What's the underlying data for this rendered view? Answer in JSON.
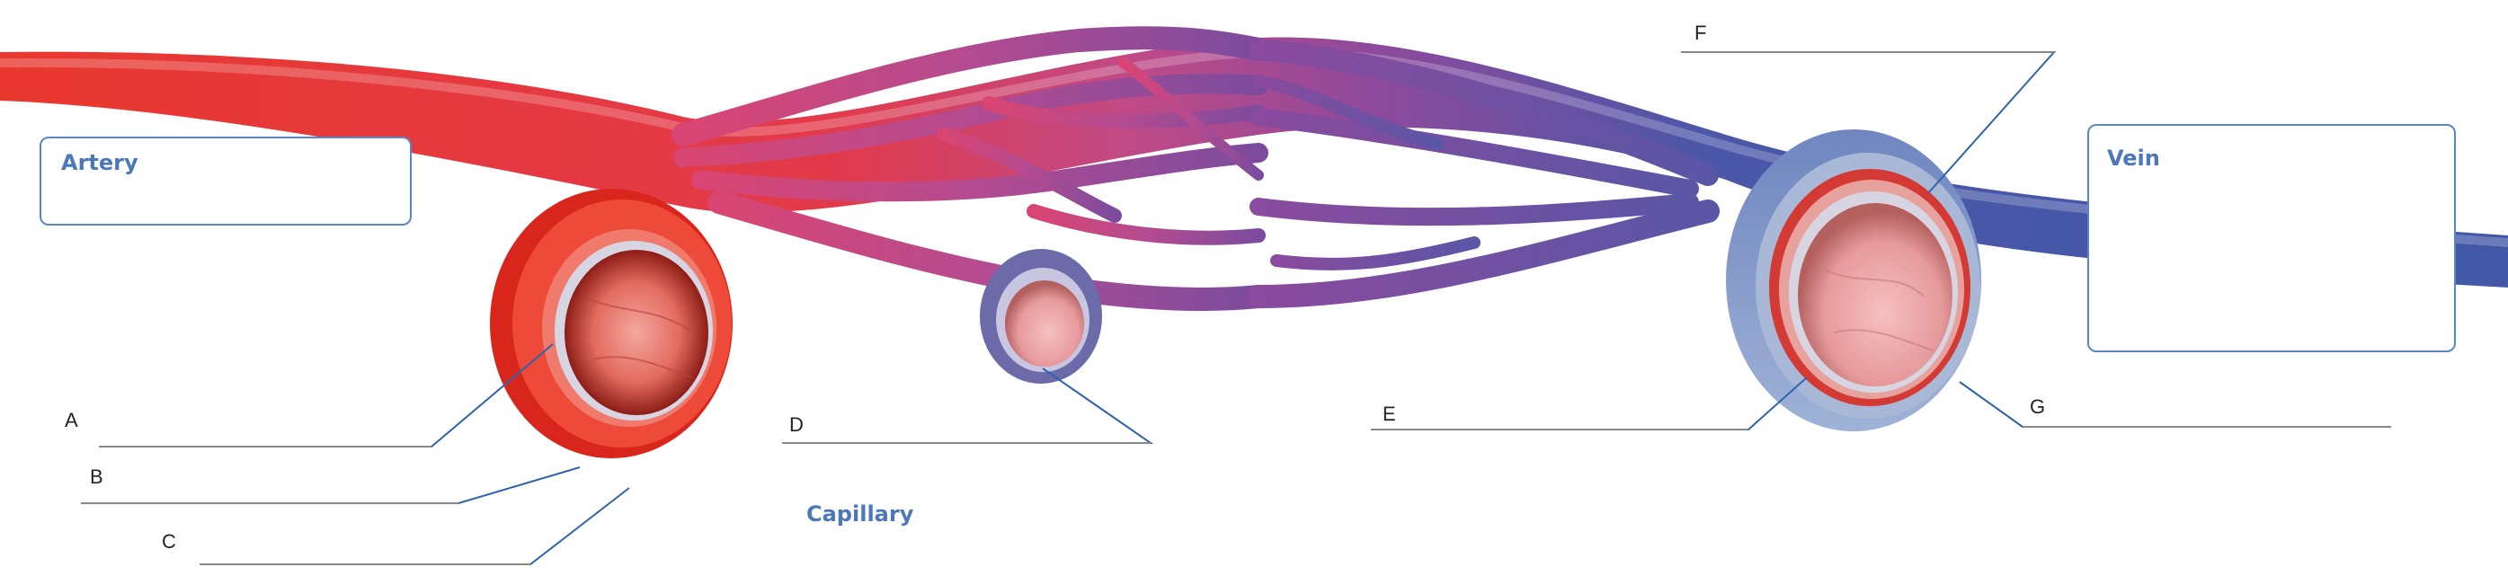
{
  "titles": {
    "artery": "Artery",
    "capillary": "Capillary",
    "vein": "Vein"
  },
  "labels": {
    "a": "A",
    "b": "B",
    "c": "C",
    "d": "D",
    "e": "E",
    "f": "F",
    "g": "G"
  },
  "colors": {
    "artery_red": "#e8382f",
    "capillary_magenta": "#c04a86",
    "vein_purple": "#7a4a9c",
    "vein_blue": "#4257a6",
    "title_blue": "#4a78b8",
    "leader_line": "#2f63ad"
  }
}
